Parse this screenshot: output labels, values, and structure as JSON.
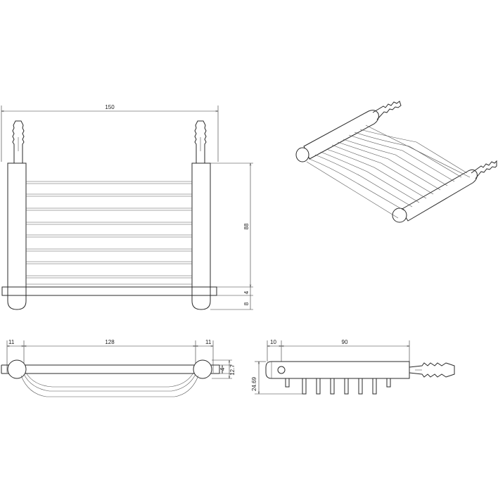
{
  "drawing": {
    "front_view": {
      "width_label": "150",
      "height_label": "88",
      "lower_offset_label": "4",
      "bottom_label": "8"
    },
    "top_view": {
      "span_label": "128",
      "left_margin_label": "11",
      "right_margin_label": "11",
      "small_height_label": "4",
      "tube_diameter_label": "12.7"
    },
    "side_view": {
      "left_offset_label": "10",
      "depth_label": "90",
      "height_label": "24.69"
    },
    "stroke_color": "#2a2a2a"
  }
}
